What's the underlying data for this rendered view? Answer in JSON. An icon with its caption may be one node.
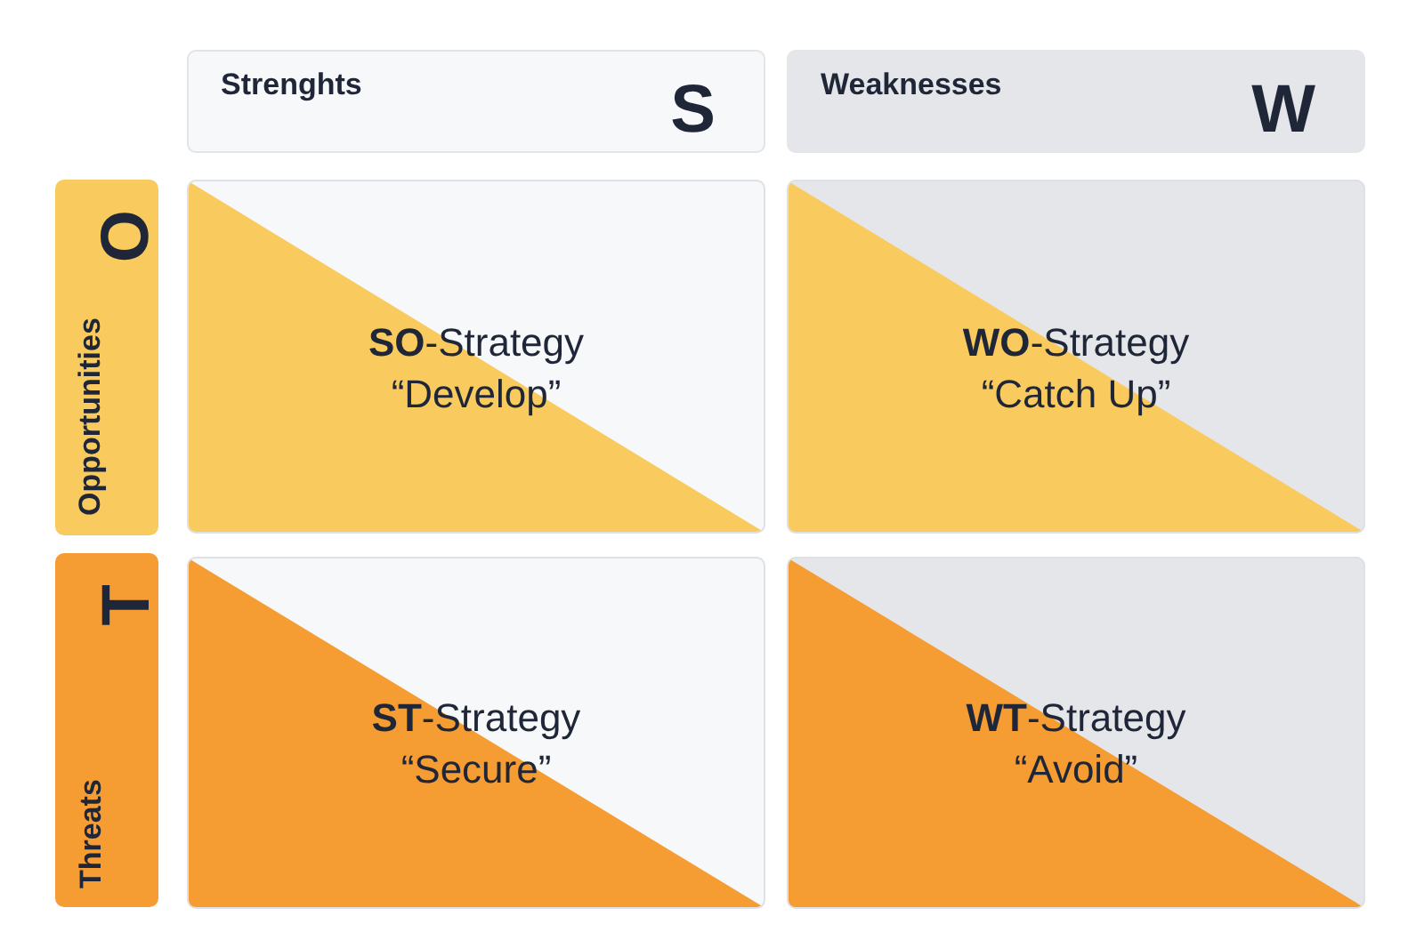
{
  "diagram": {
    "nodes": [
      {
        "text": [
          "Strenghts",
          "S"
        ]
      },
      {
        "text": [
          "Weaknesses",
          "W"
        ]
      },
      {
        "text": [
          "Opportunities",
          "O"
        ]
      },
      {
        "text": [
          "**SO**-Strategy",
          "“Develop”"
        ]
      },
      {
        "text": [
          "**WO**-Strategy",
          "“Catch Up”"
        ]
      },
      {
        "text": [
          "Threats",
          "T"
        ]
      },
      {
        "text": [
          "**ST**-Strategy",
          "“Secure”"
        ]
      },
      {
        "text": [
          "**WT**-Strategy",
          "“Avoid”"
        ]
      }
    ]
  }
}
